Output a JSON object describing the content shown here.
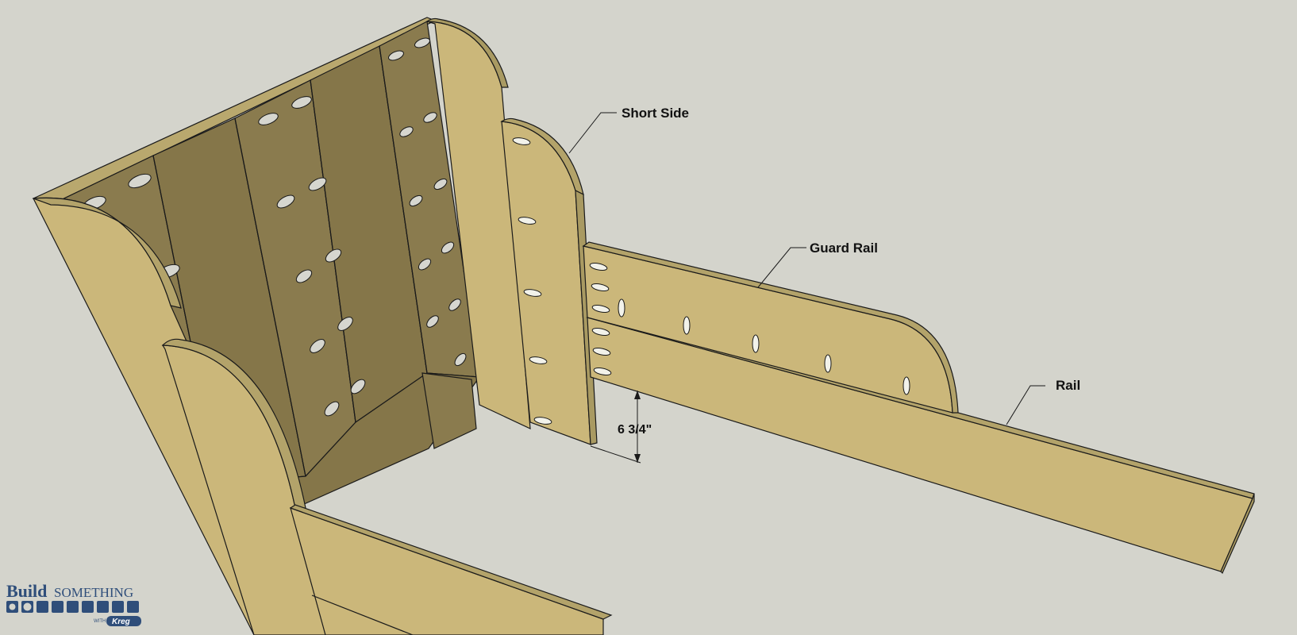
{
  "labels": {
    "short_side": "Short Side",
    "guard_rail": "Guard Rail",
    "rail": "Rail"
  },
  "dimension": {
    "height": "6 3/4\""
  },
  "logo": {
    "build": "Build",
    "something": "SOMETHING",
    "with": "WITH",
    "brand": "Kreg"
  },
  "colors": {
    "background": "#d4d4cc",
    "wood_face": "#cbb77a",
    "wood_back": "#8a7b4e",
    "outline": "#1a1a1a"
  }
}
